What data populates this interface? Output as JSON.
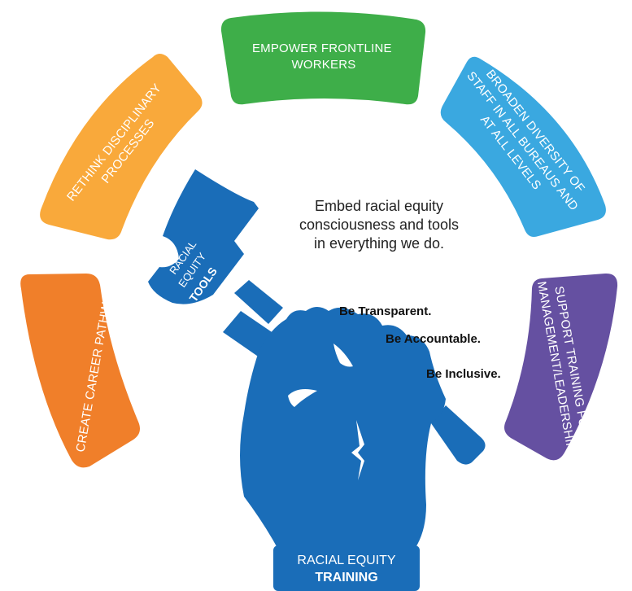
{
  "segments": {
    "career_pathways": {
      "line1": "CREATE CAREER PATHWAYS",
      "color": "#F07F2A"
    },
    "rethink_discipline": {
      "line1": "RETHINK DISCIPLINARY",
      "line2": "PROCESSES",
      "color": "#F9A93B"
    },
    "empower_frontline": {
      "line1": "EMPOWER FRONTLINE",
      "line2": "WORKERS",
      "color": "#3EAE49"
    },
    "broaden_diversity": {
      "line1": "BROADEN DIVERSITY OF",
      "line2": "STAFF IN ALL BUREAUS AND",
      "line3": "AT ALL LEVELS",
      "color": "#3AA8E0"
    },
    "support_training": {
      "line1": "SUPPORT TRAINING FOR",
      "line2": "MANAGEMENT/LEADERSHIP",
      "color": "#6550A1"
    }
  },
  "center_statement": {
    "line1": "Embed racial equity",
    "line2": "consciousness and tools",
    "line3": "in everything we do."
  },
  "values": {
    "transparent": "Be Transparent.",
    "accountable": "Be Accountable.",
    "inclusive": "Be Inclusive."
  },
  "hammer": {
    "line1": "RACIAL",
    "line2": "EQUITY",
    "line3": "TOOLS",
    "color": "#1A6DB8"
  },
  "base": {
    "line1": "RACIAL EQUITY",
    "line2": "TRAINING",
    "color": "#1A6DB8"
  }
}
